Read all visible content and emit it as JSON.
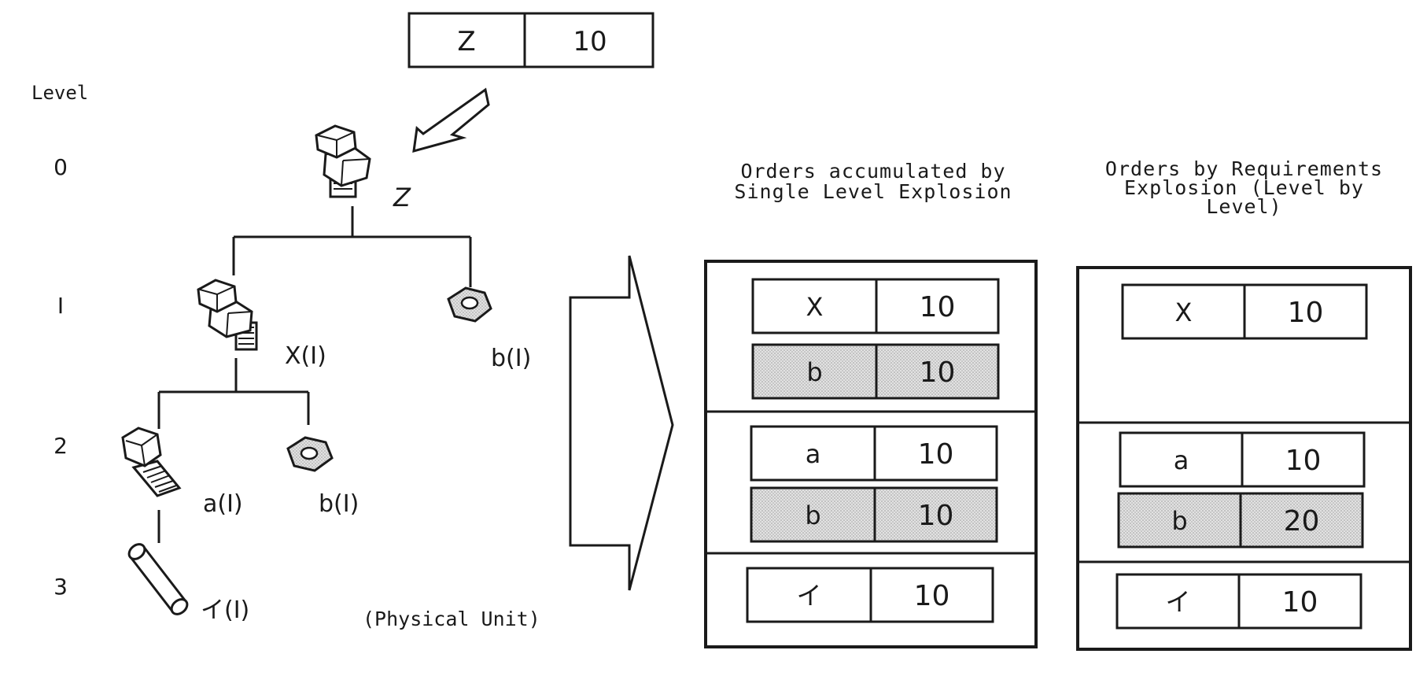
{
  "top_order": {
    "item": "Z",
    "qty": "10"
  },
  "level_header": "Level",
  "levels": [
    "0",
    "I",
    "2",
    "3"
  ],
  "tree_labels": {
    "z": "Z",
    "x": "X(I)",
    "b1": "b(I)",
    "a": "a(I)",
    "b2": "b(I)",
    "i": "イ(I)"
  },
  "physical_unit_note": "(Physical Unit)",
  "single_level": {
    "title_line1": "Orders accumulated by",
    "title_line2": "Single Level Explosion",
    "rows": [
      {
        "item": "X",
        "qty": "10",
        "shaded": false
      },
      {
        "item": "b",
        "qty": "10",
        "shaded": true
      },
      {
        "item": "a",
        "qty": "10",
        "shaded": false
      },
      {
        "item": "b",
        "qty": "10",
        "shaded": true
      },
      {
        "item": "イ",
        "qty": "10",
        "shaded": false
      }
    ]
  },
  "requirements": {
    "title_line1": "Orders by Requirements",
    "title_line2": "Explosion (Level by",
    "title_line3": "Level)",
    "rows": [
      {
        "item": "X",
        "qty": "10",
        "shaded": false
      },
      {
        "item": "a",
        "qty": "10",
        "shaded": false
      },
      {
        "item": "b",
        "qty": "20",
        "shaded": true
      },
      {
        "item": "イ",
        "qty": "10",
        "shaded": false
      }
    ]
  },
  "colors": {
    "ink": "#1a1a1a",
    "shade": "#d4d4d4",
    "part_fill": "#ffffff",
    "nut_fill": "#c8c8c8"
  }
}
